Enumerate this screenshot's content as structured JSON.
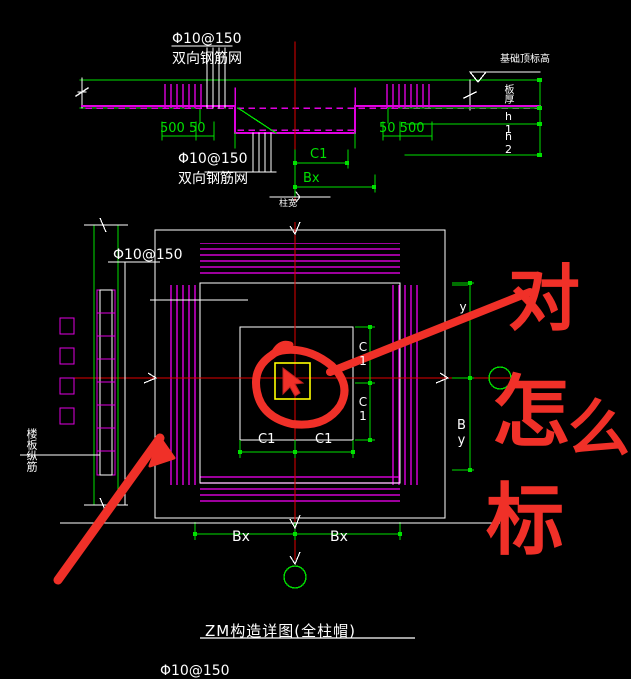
{
  "drawing": {
    "title": "ZM构造详图(全柱帽)",
    "bottom_partial_label": "Φ10@150",
    "colors": {
      "background": "#000000",
      "rebar_magenta": "#e000e0",
      "dimension_green": "#00e000",
      "outline_white": "#ffffff",
      "centerline_red": "#e00000",
      "annotation_red": "#f03028",
      "selection_yellow": "#ffff00"
    }
  },
  "section_view": {
    "labels": {
      "top_mesh_spec": "Φ10@150",
      "top_mesh_note": "双向钢筋网",
      "bottom_mesh_spec": "Φ10@150",
      "bottom_mesh_note": "双向钢筋网",
      "elevation_note": "基础顶标高",
      "slab_thickness": "板厚",
      "h1": "h1",
      "h2": "h2",
      "dim_left": "500 50",
      "dim_right": "50 500",
      "dim_c1": "C1",
      "dim_bx": "Bx",
      "column_width": "柱宽"
    }
  },
  "plan_view": {
    "labels": {
      "mesh_spec": "Φ10@150",
      "slab_longitudinal": "楼板纵筋",
      "c1_vertical_top": "C1",
      "c1_vertical_bottom": "C1",
      "by_label": "By",
      "by_vertical_top": "y",
      "c1_bottom_left": "C1",
      "c1_bottom_right": "C1",
      "bx_bottom_left": "Bx",
      "bx_bottom_right": "Bx"
    }
  },
  "annotations": {
    "handwritten_text": "对怎么标",
    "handwritten_chars": [
      "对",
      "怎",
      "么",
      "标"
    ],
    "has_circle_highlight": true,
    "has_arrow_pointer": true,
    "selection_box_present": true
  }
}
